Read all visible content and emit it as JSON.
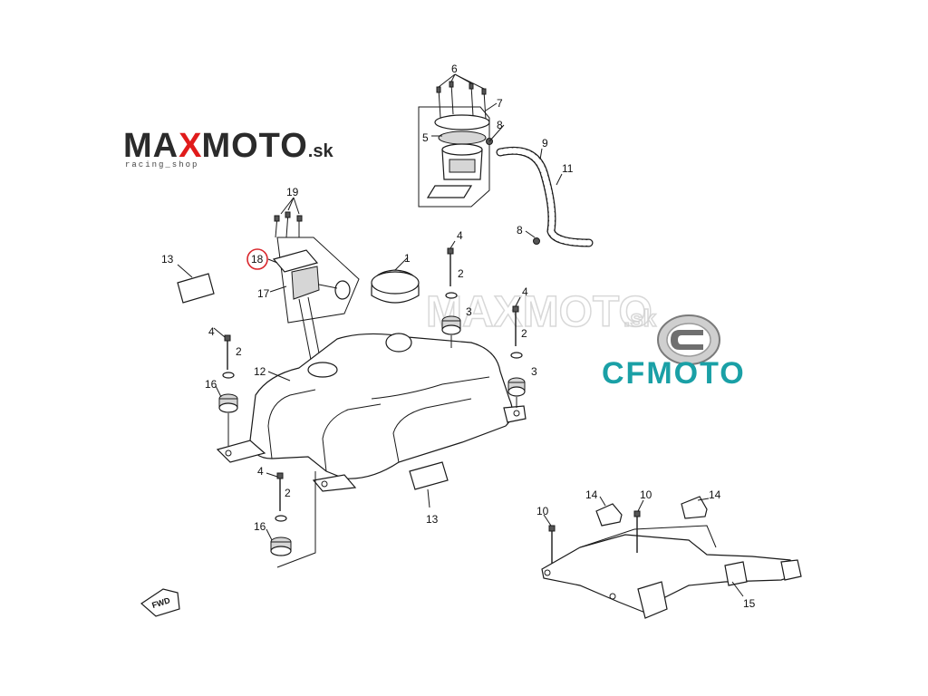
{
  "logos": {
    "maxmoto": {
      "text_a": "MA",
      "text_x": "X",
      "text_b": "MOTO",
      "suffix": ".sk",
      "tagline": "racing_shop"
    },
    "watermark": {
      "text": "MAXMOTO",
      "suffix": ".sk"
    },
    "cfmoto": {
      "text": "CFMOTO",
      "color": "#1aa0a6"
    }
  },
  "highlight_color": "#d9262c",
  "fwd_label": "FWD",
  "callouts": [
    {
      "id": "c1",
      "text": "1"
    },
    {
      "id": "c2a",
      "text": "2"
    },
    {
      "id": "c2b",
      "text": "2"
    },
    {
      "id": "c2c",
      "text": "2"
    },
    {
      "id": "c2d",
      "text": "2"
    },
    {
      "id": "c3a",
      "text": "3"
    },
    {
      "id": "c3b",
      "text": "3"
    },
    {
      "id": "c4a",
      "text": "4"
    },
    {
      "id": "c4b",
      "text": "4"
    },
    {
      "id": "c4c",
      "text": "4"
    },
    {
      "id": "c4d",
      "text": "4"
    },
    {
      "id": "c5",
      "text": "5"
    },
    {
      "id": "c6",
      "text": "6"
    },
    {
      "id": "c7",
      "text": "7"
    },
    {
      "id": "c8a",
      "text": "8"
    },
    {
      "id": "c8b",
      "text": "8"
    },
    {
      "id": "c9",
      "text": "9"
    },
    {
      "id": "c10a",
      "text": "10"
    },
    {
      "id": "c10b",
      "text": "10"
    },
    {
      "id": "c11",
      "text": "11"
    },
    {
      "id": "c12",
      "text": "12"
    },
    {
      "id": "c13a",
      "text": "13"
    },
    {
      "id": "c13b",
      "text": "13"
    },
    {
      "id": "c14a",
      "text": "14"
    },
    {
      "id": "c14b",
      "text": "14"
    },
    {
      "id": "c15",
      "text": "15"
    },
    {
      "id": "c16a",
      "text": "16"
    },
    {
      "id": "c16b",
      "text": "16"
    },
    {
      "id": "c17",
      "text": "17"
    },
    {
      "id": "c18",
      "text": "18"
    },
    {
      "id": "c19",
      "text": "19"
    }
  ]
}
